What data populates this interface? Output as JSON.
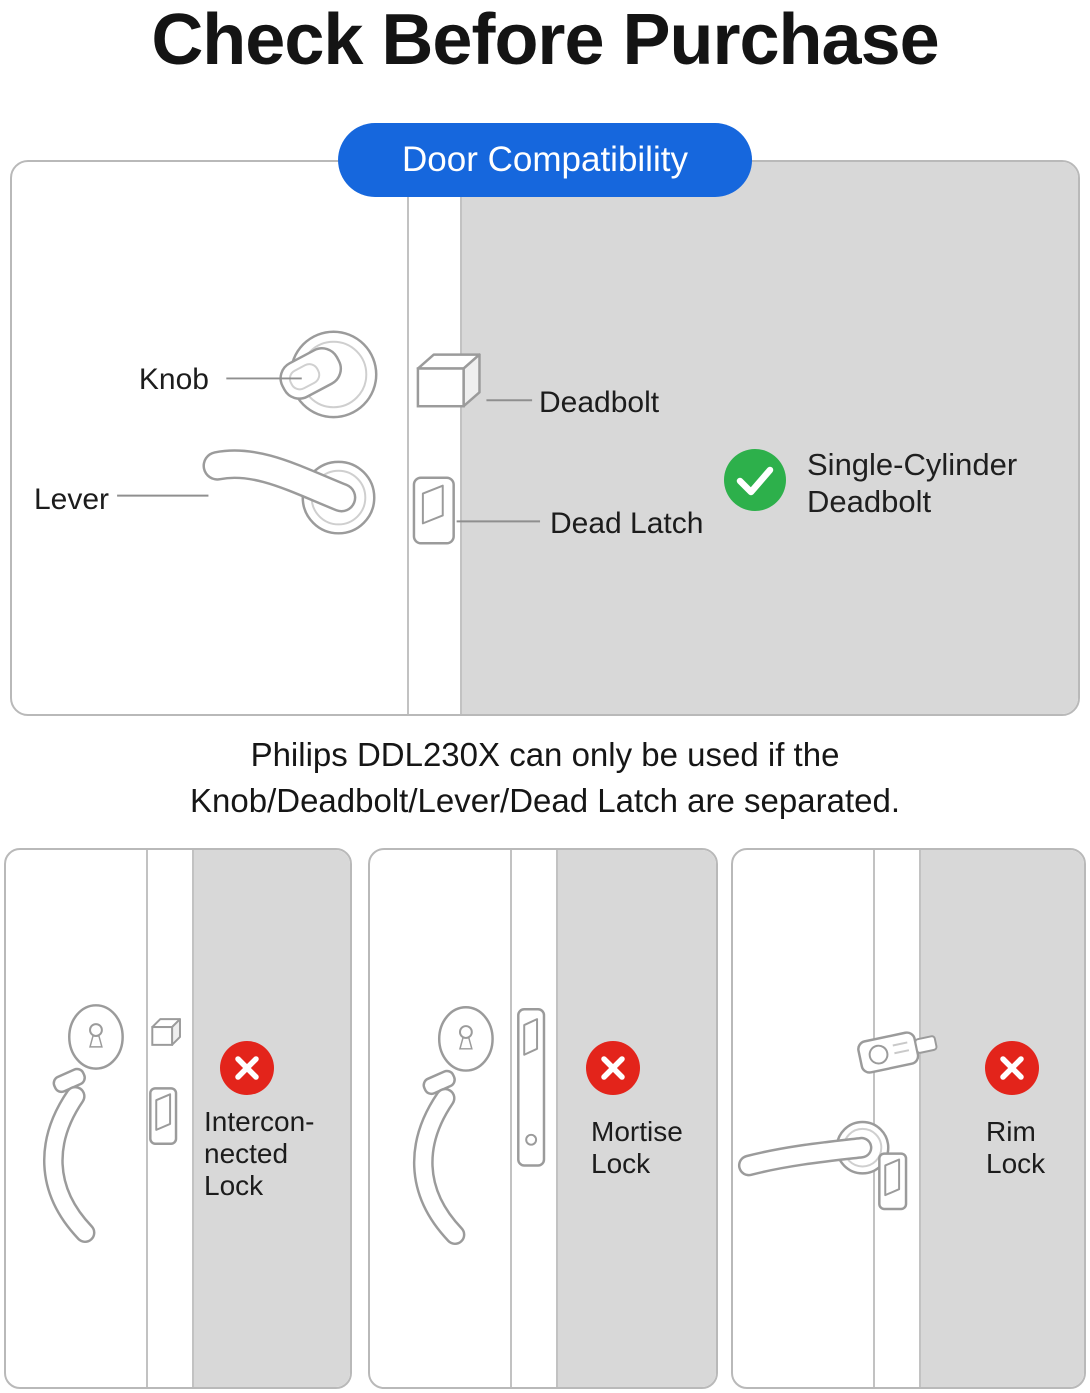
{
  "page": {
    "title": "Check Before Purchase"
  },
  "compatibility": {
    "badge": "Door Compatibility",
    "knob_label": "Knob",
    "lever_label": "Lever",
    "deadbolt_label": "Deadbolt",
    "dead_latch_label": "Dead Latch",
    "approved_line1": "Single-Cylinder",
    "approved_line2": "Deadbolt"
  },
  "note": {
    "line1": "Philips DDL230X can only be used if the",
    "line2": "Knob/Deadbolt/Lever/Dead Latch are separated."
  },
  "incompatible_locks": [
    {
      "name": "interconnected-lock",
      "lines": [
        "Intercon-",
        "nected",
        "Lock"
      ]
    },
    {
      "name": "mortise-lock",
      "lines": [
        "Mortise",
        "Lock"
      ]
    },
    {
      "name": "rim-lock",
      "lines": [
        "Rim",
        "Lock"
      ]
    }
  ],
  "colors": {
    "badge_blue": "#1667dd",
    "check_green": "#2db04b",
    "cross_red": "#e3241b",
    "door_gray": "#d8d8d8"
  }
}
